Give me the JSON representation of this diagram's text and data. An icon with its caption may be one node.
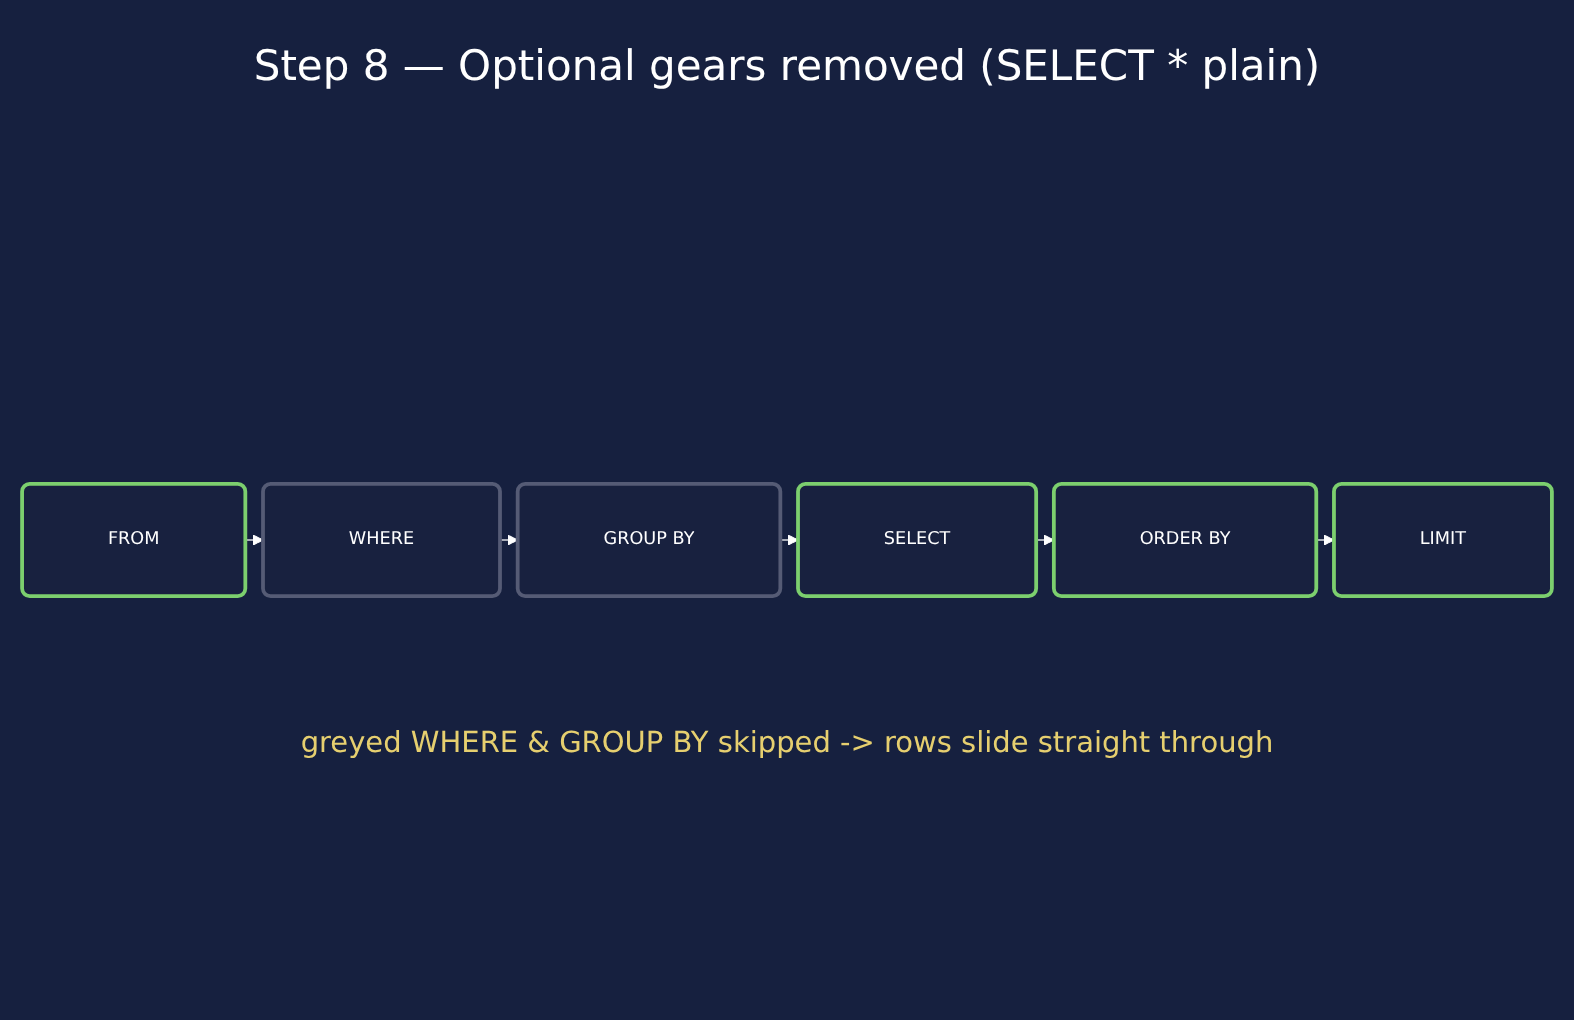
{
  "diagram": {
    "title": "Step 8 — Optional gears removed (SELECT * plain)",
    "nodes": [
      {
        "text": [
          "FROM"
        ]
      },
      {
        "text": [
          "WHERE"
        ]
      },
      {
        "text": [
          "GROUP BY"
        ]
      },
      {
        "text": [
          "SELECT"
        ]
      },
      {
        "text": [
          "ORDER BY"
        ]
      },
      {
        "text": [
          "LIMIT"
        ]
      }
    ],
    "edges": [
      {
        "from": 0,
        "to": 1,
        "arrow": "to"
      },
      {
        "from": 1,
        "to": 2,
        "arrow": "to"
      },
      {
        "from": 2,
        "to": 3,
        "arrow": "to"
      },
      {
        "from": 3,
        "to": 4,
        "arrow": "to"
      },
      {
        "from": 4,
        "to": 5,
        "arrow": "to"
      }
    ],
    "caption": "greyed WHERE & GROUP BY skipped -> rows slide straight through"
  }
}
